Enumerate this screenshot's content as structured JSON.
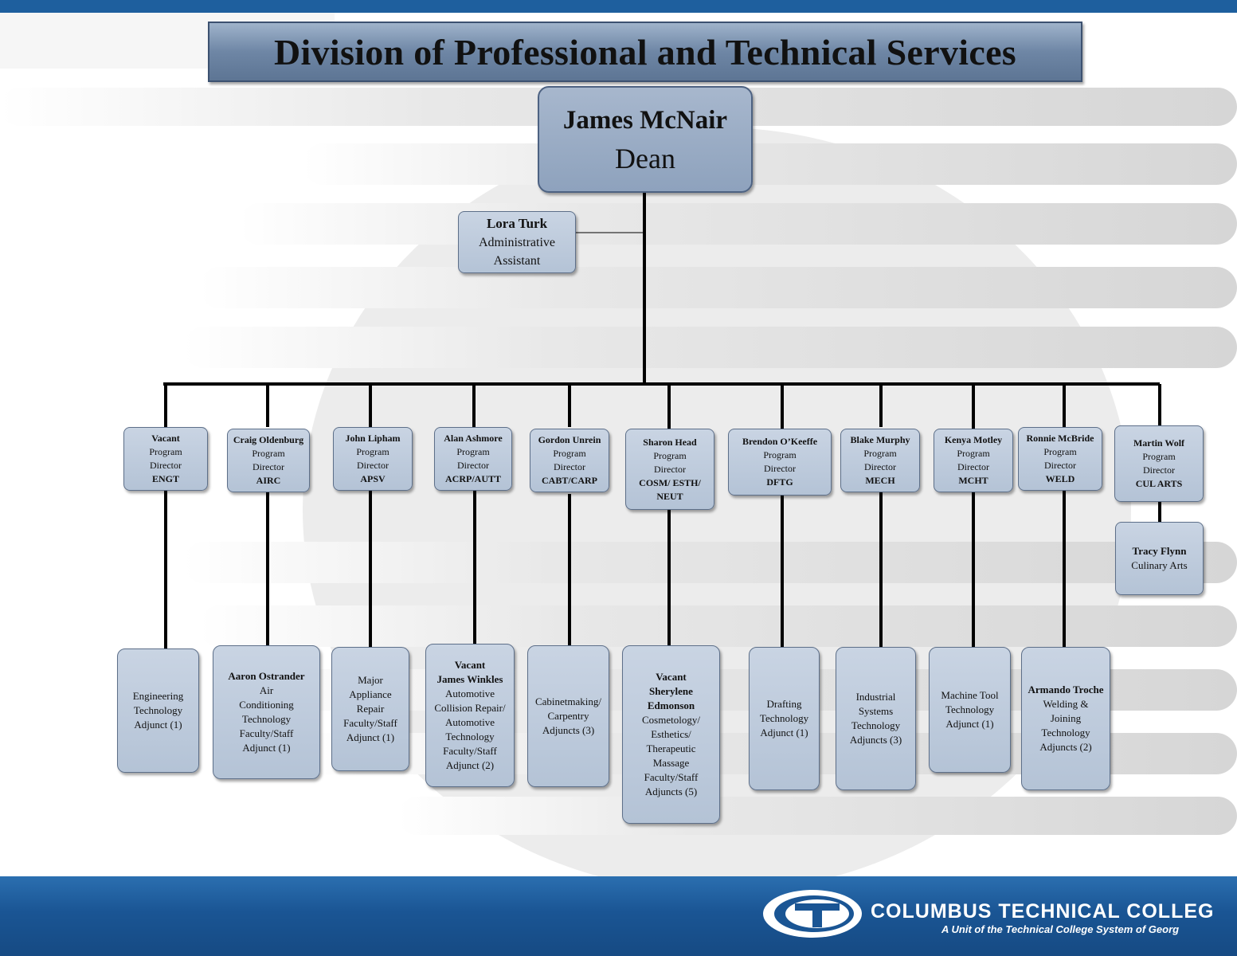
{
  "title": "Division of Professional and Technical Services",
  "dean": {
    "name": "James McNair",
    "role": "Dean"
  },
  "assistant": {
    "name": "Lora Turk",
    "role_line1": "Administrative",
    "role_line2": "Assistant"
  },
  "directors": [
    {
      "lines": [
        "Vacant",
        "Program",
        "Director",
        "ENGT"
      ]
    },
    {
      "lines": [
        "Craig Oldenburg",
        "Program",
        "Director",
        "AIRC"
      ]
    },
    {
      "lines": [
        "John Lipham",
        "Program",
        "Director",
        "APSV"
      ]
    },
    {
      "lines": [
        "Alan Ashmore",
        "Program",
        "Director",
        "ACRP/AUTT"
      ]
    },
    {
      "lines": [
        "Gordon Unrein",
        "Program",
        "Director",
        "CABT/CARP"
      ]
    },
    {
      "lines": [
        "Sharon Head",
        "Program",
        "Director",
        "COSM/ ESTH/",
        "NEUT"
      ]
    },
    {
      "lines": [
        "Brendon O’Keeffe",
        "Program",
        "Director",
        "DFTG"
      ]
    },
    {
      "lines": [
        "Blake Murphy",
        "Program",
        "Director",
        "MECH"
      ]
    },
    {
      "lines": [
        "Kenya Motley",
        "Program",
        "Director",
        "MCHT"
      ]
    },
    {
      "lines": [
        "Ronnie McBride",
        "Program",
        "Director",
        "WELD"
      ]
    },
    {
      "lines": [
        "Martin Wolf",
        "Program",
        "Director",
        "CUL ARTS"
      ]
    }
  ],
  "sub_staff": {
    "name": "Tracy Flynn",
    "role": "Culinary Arts"
  },
  "faculty": [
    {
      "lines": [
        "Engineering",
        "Technology",
        "Adjunct (1)"
      ]
    },
    {
      "lines": [
        "Aaron Ostrander",
        "Air",
        "Conditioning",
        "Technology",
        "Faculty/Staff",
        "Adjunct (1)"
      ]
    },
    {
      "lines": [
        "Major",
        "Appliance",
        "Repair",
        "Faculty/Staff",
        "Adjunct (1)"
      ]
    },
    {
      "lines": [
        "Vacant",
        "James Winkles",
        "Automotive",
        "Collision Repair/",
        "Automotive",
        "Technology",
        "Faculty/Staff",
        "Adjunct (2)"
      ]
    },
    {
      "lines": [
        "Cabinetmaking/",
        "Carpentry",
        "Adjuncts (3)"
      ]
    },
    {
      "lines": [
        "Vacant",
        "Sherylene",
        "Edmonson",
        "Cosmetology/",
        "Esthetics/",
        "Therapeutic",
        "Massage",
        "Faculty/Staff",
        "Adjuncts (5)"
      ]
    },
    {
      "lines": [
        "Drafting",
        "Technology",
        "Adjunct (1)"
      ]
    },
    {
      "lines": [
        "Industrial",
        "Systems",
        "Technology",
        "Adjuncts (3)"
      ]
    },
    {
      "lines": [
        "Machine Tool",
        "Technology",
        "Adjunct (1)"
      ]
    },
    {
      "lines": [
        "Armando Troche",
        "Welding  &",
        "Joining",
        "Technology",
        "Adjuncts (2)"
      ]
    }
  ],
  "logo": {
    "name": "COLUMBUS TECHNICAL COLLEG",
    "tagline": "A Unit of the Technical College System of Georg"
  },
  "colors": {
    "box_fill": "#b4c3d6",
    "dean_fill": "#8ea2bd",
    "title_fill": "#6e86a5",
    "band_blue": "#1a5594",
    "line": "#000000"
  }
}
